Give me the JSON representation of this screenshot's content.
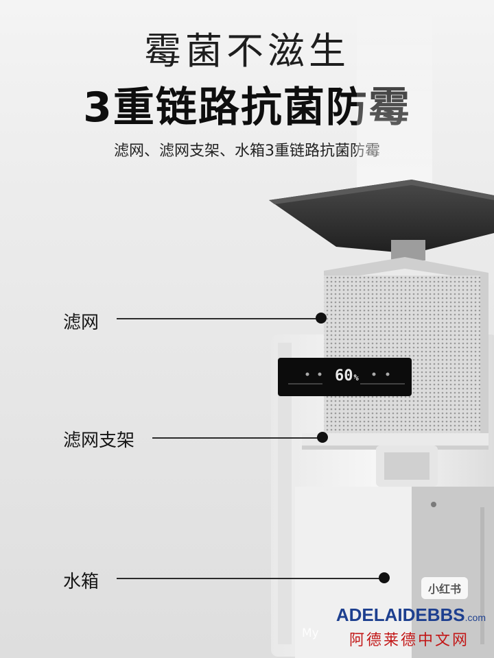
{
  "headline": "霉菌不滋生",
  "subheadline": "3重链路抗菌防霉",
  "caption": "滤网、滤网支架、水箱3重链路抗菌防霉",
  "callouts": [
    {
      "label": "滤网"
    },
    {
      "label": "滤网支架"
    },
    {
      "label": "水箱"
    }
  ],
  "display_panel": {
    "readout": "60",
    "unit": "%"
  },
  "watermark": {
    "badge": "小红书",
    "brand": "ADELAIDEBBS",
    "brand_suffix": ".com",
    "sub": "阿德莱德中文网",
    "my": "My"
  },
  "colors": {
    "ink": "#111111",
    "device_white": "#f2f2f2",
    "lid_dark": "#2b2b2b",
    "display_black": "#0c0c0c",
    "brand_blue": "#1d3f8f",
    "brand_red": "#c21616"
  }
}
